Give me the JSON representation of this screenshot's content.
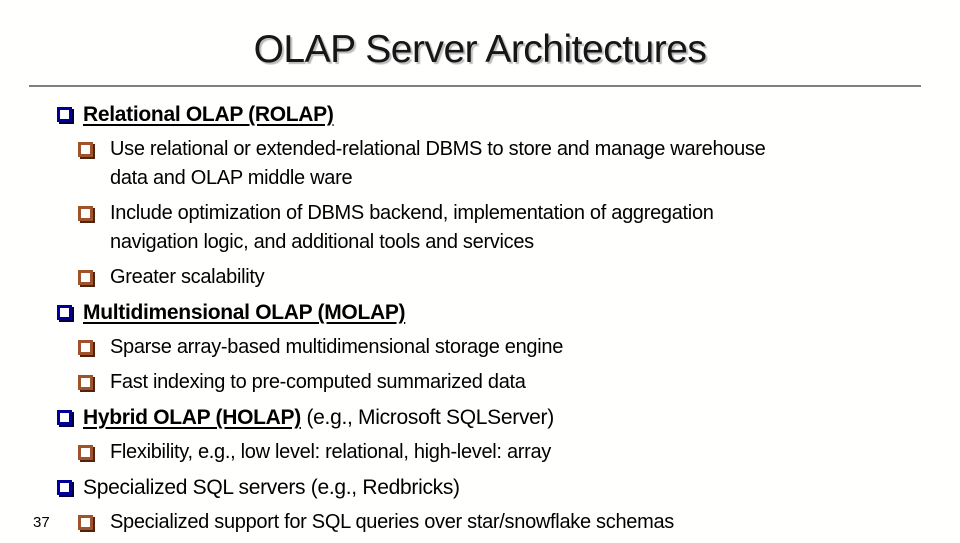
{
  "slide": {
    "title": "OLAP Server Architectures",
    "page_number": "37"
  },
  "colors": {
    "background": "#fffffe",
    "title_text": "#161616",
    "title_shadow": "#bcbcbc",
    "rule": "#7f7f7f",
    "body_text": "#000000",
    "bullet_level1": "#000099",
    "bullet_level1_shadow": "#000040",
    "bullet_level2": "#a0522d",
    "bullet_level2_shadow": "#4f2310"
  },
  "icons": {
    "level1_bullet": "shadowed-square-icon-navy",
    "level2_bullet": "shadowed-square-icon-sienna"
  },
  "content": {
    "items": [
      {
        "level": 1,
        "lines": [
          [
            {
              "text": "Relational OLAP (ROLAP)",
              "bold": true,
              "underline": true
            }
          ]
        ]
      },
      {
        "level": 2,
        "lines": [
          [
            {
              "text": "Use relational or extended-relational DBMS to store and manage warehouse"
            }
          ],
          [
            {
              "text": "data and OLAP middle ware"
            }
          ]
        ]
      },
      {
        "level": 2,
        "lines": [
          [
            {
              "text": "Include optimization of DBMS backend, implementation of aggregation"
            }
          ],
          [
            {
              "text": "navigation logic, and additional tools and services"
            }
          ]
        ]
      },
      {
        "level": 2,
        "lines": [
          [
            {
              "text": "Greater scalability"
            }
          ]
        ]
      },
      {
        "level": 1,
        "lines": [
          [
            {
              "text": "Multidimensional OLAP (MOLAP)",
              "bold": true,
              "underline": true
            }
          ]
        ]
      },
      {
        "level": 2,
        "lines": [
          [
            {
              "text": "Sparse array-based multidimensional storage engine"
            }
          ]
        ]
      },
      {
        "level": 2,
        "lines": [
          [
            {
              "text": "Fast indexing to pre-computed summarized data"
            }
          ]
        ]
      },
      {
        "level": 1,
        "lines": [
          [
            {
              "text": "Hybrid OLAP (HOLAP)",
              "bold": true,
              "underline": true
            },
            {
              "text": " (e.g., Microsoft SQLServer)"
            }
          ]
        ]
      },
      {
        "level": 2,
        "lines": [
          [
            {
              "text": "Flexibility, e.g., low level: relational, high-level: array"
            }
          ]
        ]
      },
      {
        "level": 1,
        "lines": [
          [
            {
              "text": "Specialized SQL servers (e.g., Redbricks)"
            }
          ]
        ]
      },
      {
        "level": 2,
        "lines": [
          [
            {
              "text": "Specialized support for SQL queries over star/snowflake schemas"
            }
          ]
        ]
      }
    ]
  }
}
